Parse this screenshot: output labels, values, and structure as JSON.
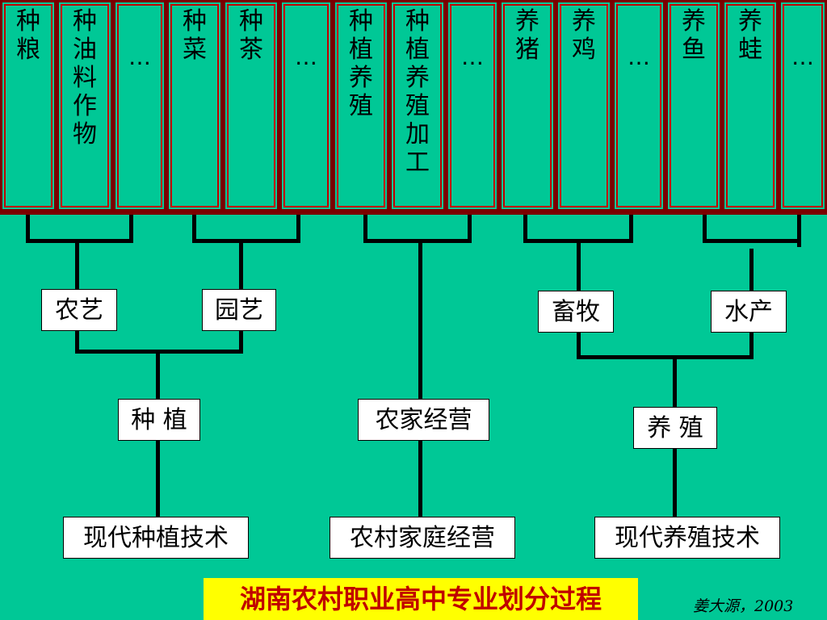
{
  "top_categories": [
    {
      "id": "zhongliang",
      "label": "种\n粮"
    },
    {
      "id": "zhongyouliao",
      "label": "种\n油\n料\n作\n物"
    },
    {
      "id": "more1",
      "label": "…"
    },
    {
      "id": "zhongcai",
      "label": "种\n菜"
    },
    {
      "id": "zhongcha",
      "label": "种\n茶"
    },
    {
      "id": "more2",
      "label": "…"
    },
    {
      "id": "zhongzhiyangzhi",
      "label": "种\n植\n养\n殖"
    },
    {
      "id": "zhongzhiyangzhijiagong",
      "label": "种\n植\n养\n殖\n加\n工"
    },
    {
      "id": "more3",
      "label": "…"
    },
    {
      "id": "yangzhu",
      "label": "养\n猪"
    },
    {
      "id": "yangji",
      "label": "养\n鸡"
    },
    {
      "id": "more4",
      "label": "…"
    },
    {
      "id": "yangyu",
      "label": "养\n鱼"
    },
    {
      "id": "yangwa",
      "label": "养\n蛙"
    },
    {
      "id": "more5",
      "label": "…"
    }
  ],
  "level1": {
    "nongyi": "农艺",
    "yuanyi": "园艺",
    "xumu": "畜牧",
    "shuichan": "水产"
  },
  "level2": {
    "zhongzhi": "种 植",
    "nongjiajingying": "农家经营",
    "yangzhi": "养 殖"
  },
  "level3": {
    "xiandaizhongzhi": "现代种植技术",
    "nongcunjiating": "农村家庭经营",
    "xiandaiyangzhi": "现代养殖技术"
  },
  "title": "湖南农村职业高中专业划分过程",
  "credit": "姜大源，2003",
  "colors": {
    "background": "#00c896",
    "box_border": "#7a0000",
    "box_inner_line": "#c00000",
    "title_background": "#ffff00",
    "title_text": "#c00000"
  }
}
